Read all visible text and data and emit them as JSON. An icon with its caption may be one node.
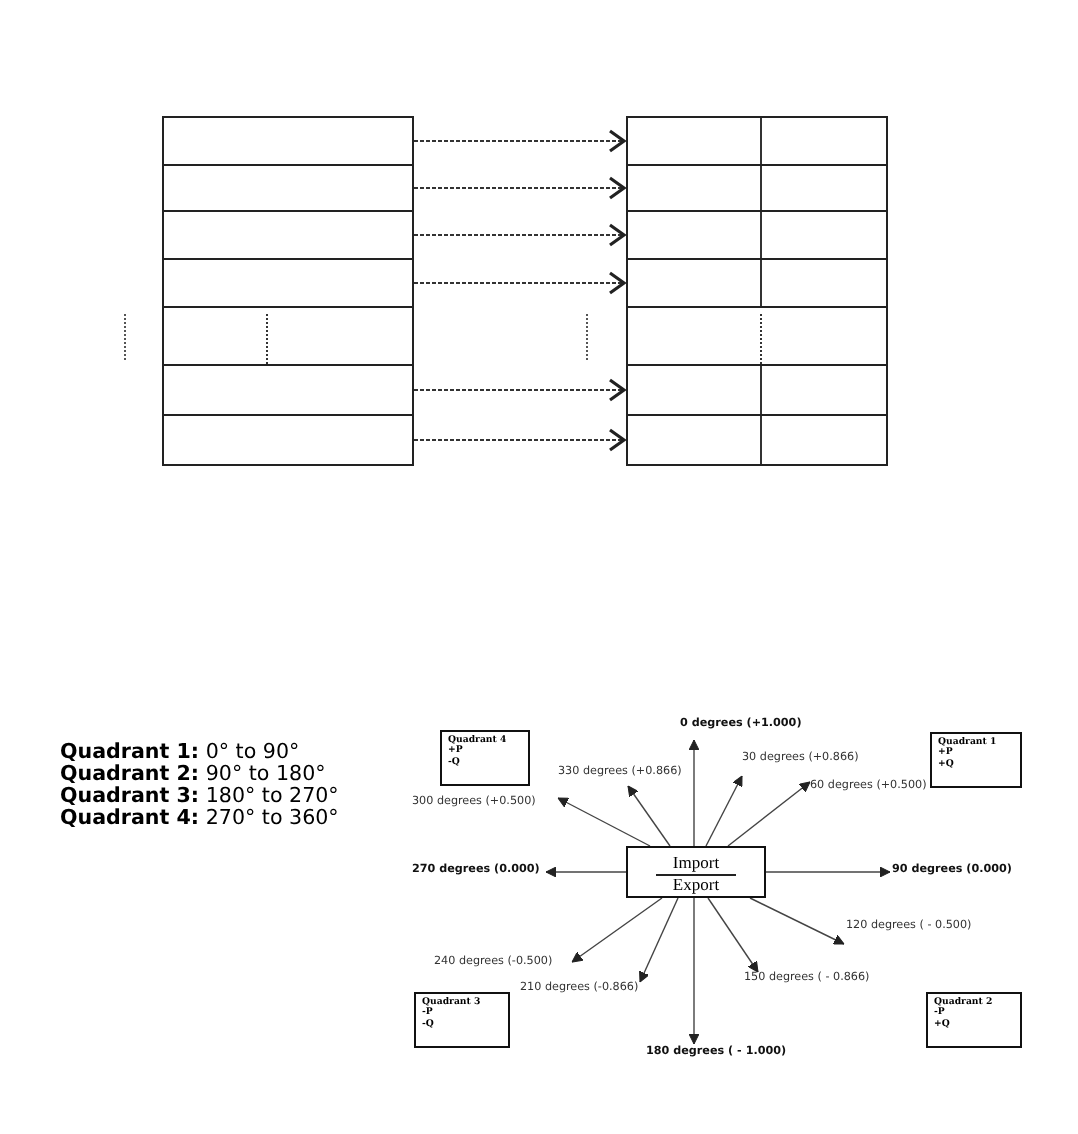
{
  "diagram": {
    "nodes": [
      {
        "text": [],
        "shape": "box"
      },
      {
        "text": [],
        "shape": "box"
      },
      {
        "text": [],
        "shape": "box"
      },
      {
        "text": [],
        "shape": "box"
      },
      {
        "text": [],
        "shape": "box"
      },
      {
        "text": [],
        "shape": "box"
      },
      {
        "text": [],
        "shape": "box"
      },
      {
        "text": [],
        "shape": "box"
      },
      {
        "text": [],
        "shape": "box"
      },
      {
        "text": [],
        "shape": "box"
      },
      {
        "text": [],
        "shape": "box"
      },
      {
        "text": [],
        "shape": "box"
      },
      {
        "text": [],
        "shape": "box"
      },
      {
        "text": [],
        "shape": "box"
      },
      {
        "text": [
          "0 degrees (+1.000)"
        ]
      },
      {
        "text": [
          "Quadrant 4",
          "+P",
          "-Q"
        ]
      },
      {
        "text": [
          "Quadrant 1",
          "+P",
          "+Q"
        ]
      },
      {
        "text": [
          "330 degrees (+0.866)"
        ]
      },
      {
        "text": [
          "30 degrees (+0.866)"
        ]
      },
      {
        "text": [
          "300 degrees (+0.500)"
        ]
      },
      {
        "text": [
          "60 degrees (+0.500)"
        ]
      },
      {
        "text": [
          "270 degrees (0.000)"
        ]
      },
      {
        "text": [
          "Import",
          "Export"
        ]
      },
      {
        "text": [
          "90 degrees (0.000)"
        ]
      },
      {
        "text": [
          "120 degrees ( - 0.500)"
        ]
      },
      {
        "text": [
          "240 degrees (-0.500)"
        ]
      },
      {
        "text": [
          "210 degrees (-0.866)"
        ]
      },
      {
        "text": [
          "150 degrees ( - 0.866)"
        ]
      },
      {
        "text": [
          "Quadrant 3",
          "-P",
          "-Q"
        ]
      },
      {
        "text": [
          "Quadrant 2",
          "-P",
          "+Q"
        ]
      },
      {
        "text": [
          "180 degrees ( - 1.000)"
        ]
      }
    ],
    "edges": [
      {
        "from": 0,
        "to": 7,
        "arrow": "to",
        "style": "dashed"
      },
      {
        "from": 1,
        "to": 8,
        "arrow": "to",
        "style": "dashed"
      },
      {
        "from": 2,
        "to": 9,
        "arrow": "to",
        "style": "dashed"
      },
      {
        "from": 3,
        "to": 10,
        "arrow": "to",
        "style": "dashed"
      },
      {
        "from": 5,
        "to": 12,
        "arrow": "to",
        "style": "dashed"
      },
      {
        "from": 6,
        "to": 13,
        "arrow": "to",
        "style": "dashed"
      },
      {
        "from": 22,
        "to": 14,
        "arrow": "to"
      },
      {
        "from": 22,
        "to": 17,
        "arrow": "to"
      },
      {
        "from": 22,
        "to": 18,
        "arrow": "to"
      },
      {
        "from": 22,
        "to": 19,
        "arrow": "to"
      },
      {
        "from": 22,
        "to": 20,
        "arrow": "to"
      },
      {
        "from": 22,
        "to": 21,
        "arrow": "to"
      },
      {
        "from": 22,
        "to": 23,
        "arrow": "to"
      },
      {
        "from": 22,
        "to": 24,
        "arrow": "to"
      },
      {
        "from": 22,
        "to": 25,
        "arrow": "to"
      },
      {
        "from": 22,
        "to": 26,
        "arrow": "to"
      },
      {
        "from": 22,
        "to": 27,
        "arrow": "to"
      },
      {
        "from": 22,
        "to": 30,
        "arrow": "to"
      }
    ],
    "labels": [
      "**Quadrant 1:** 0° to 90°",
      "**Quadrant 2:** 90° to 180°",
      "**Quadrant 3:** 180° to 270°",
      "**Quadrant 4:** 270° to 360°"
    ]
  }
}
